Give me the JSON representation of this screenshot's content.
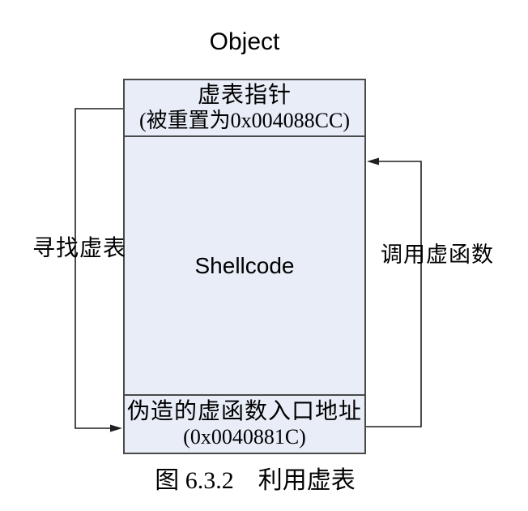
{
  "figure": {
    "title": "Object",
    "object_box": {
      "vtable_pointer": {
        "line1": "虚表指针",
        "line2": "(被重置为0x004088CC)"
      },
      "shellcode": "Shellcode",
      "fake_vfunc_entry": {
        "line1": "伪造的虚函数入口地址",
        "line2": "(0x0040881C)"
      }
    },
    "left_arrow_label": "寻找虚表",
    "right_arrow_label": "调用虚函数",
    "caption": "图 6.3.2　利用虚表"
  },
  "colors": {
    "box_fill": "#e8edf8",
    "box_border": "#4a4a4a",
    "connector": "#1f1f1f",
    "text": "#000000",
    "background": "#ffffff"
  }
}
